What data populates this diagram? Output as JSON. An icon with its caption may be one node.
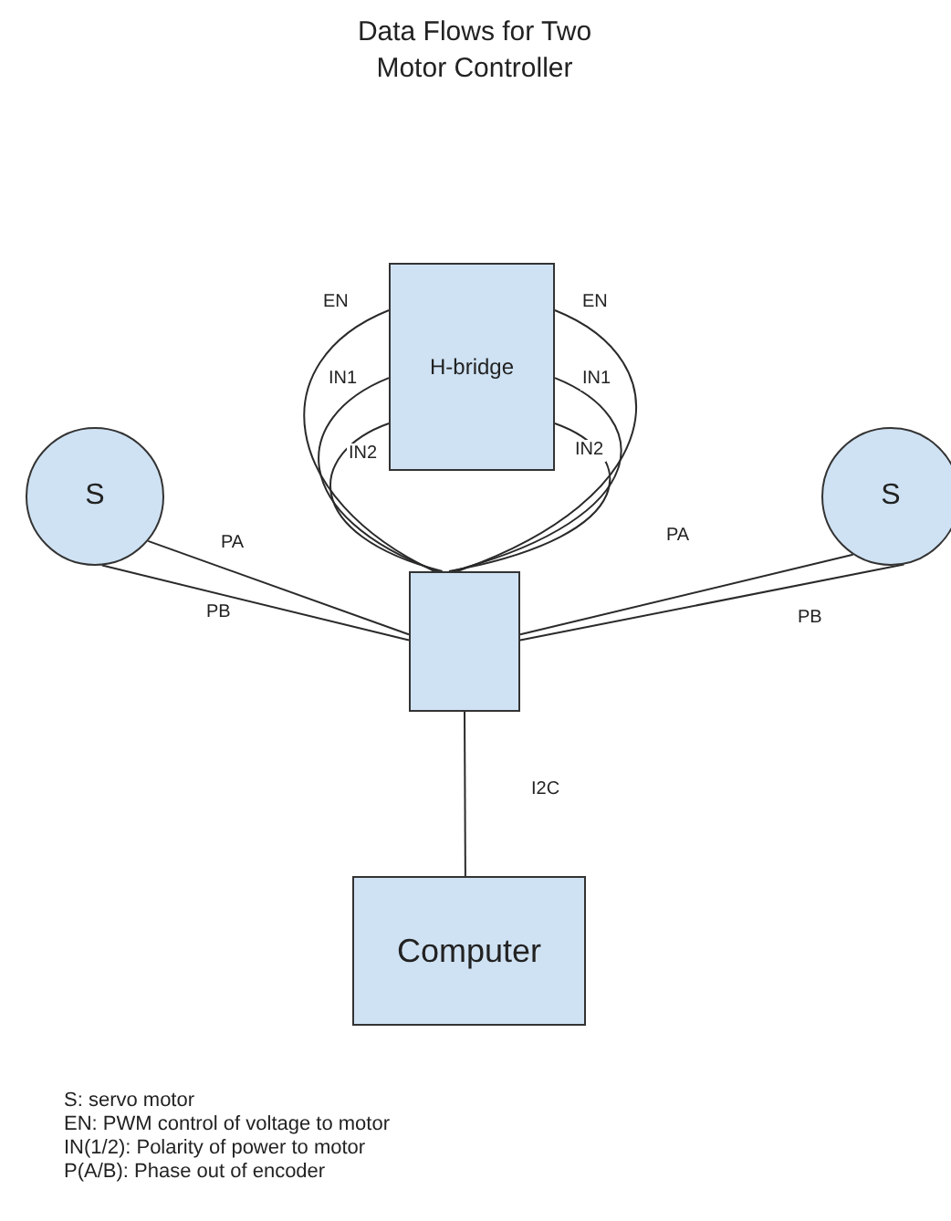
{
  "diagram": {
    "title": "Data Flows for Two Motor Controller",
    "nodes": [
      {
        "text": [
          "H-bridge"
        ]
      },
      {
        "text": [
          "S"
        ]
      },
      {
        "text": [
          "S"
        ]
      },
      {
        "text": [],
        "shape": "box"
      },
      {
        "text": [
          "Computer"
        ]
      }
    ],
    "edges": [
      {
        "from": 0,
        "to": 3,
        "arrow": "none",
        "label": "EN"
      },
      {
        "from": 0,
        "to": 3,
        "arrow": "none",
        "label": "IN1"
      },
      {
        "from": 0,
        "to": 3,
        "arrow": "none",
        "label": "IN2"
      },
      {
        "from": 0,
        "to": 3,
        "arrow": "none",
        "label": "EN"
      },
      {
        "from": 0,
        "to": 3,
        "arrow": "none",
        "label": "IN1"
      },
      {
        "from": 0,
        "to": 3,
        "arrow": "none",
        "label": "IN2"
      },
      {
        "from": 1,
        "to": 3,
        "arrow": "none",
        "label": "PA"
      },
      {
        "from": 1,
        "to": 3,
        "arrow": "none",
        "label": "PB"
      },
      {
        "from": 2,
        "to": 3,
        "arrow": "none",
        "label": "PA"
      },
      {
        "from": 2,
        "to": 3,
        "arrow": "none",
        "label": "PB"
      },
      {
        "from": 3,
        "to": 4,
        "arrow": "none",
        "label": "I2C"
      }
    ],
    "labels": [
      "S: servo motor",
      "EN: PWM control of voltage to motor",
      "IN(1/2): Polarity of power to motor",
      "P(A/B): Phase out of encoder"
    ]
  }
}
